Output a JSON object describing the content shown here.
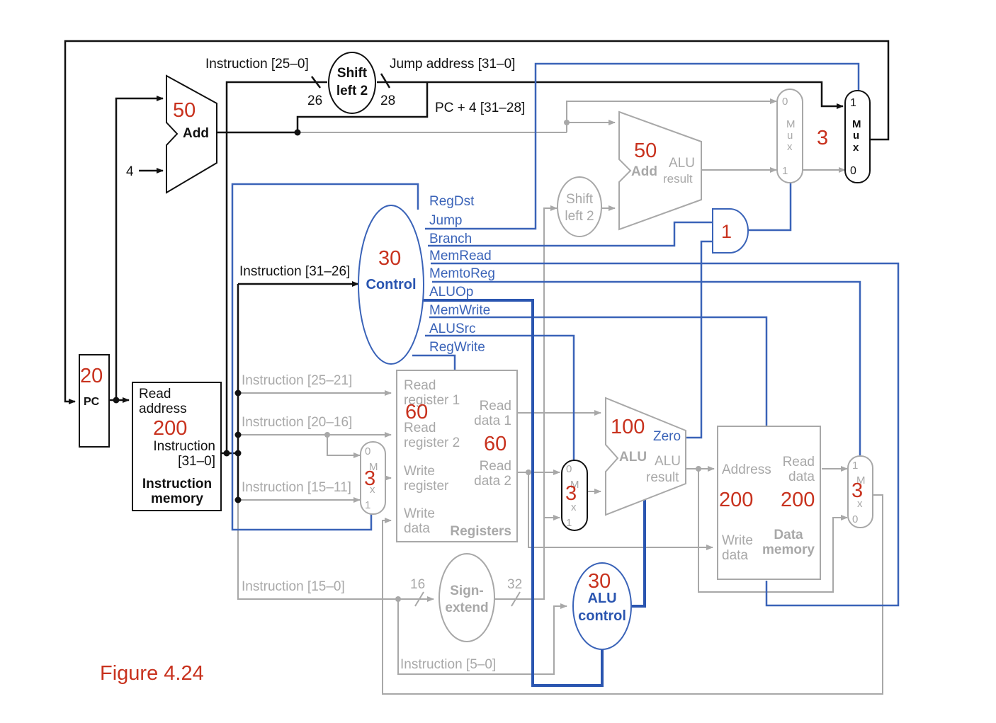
{
  "figure_caption": "Figure 4.24",
  "values": {
    "pc": "20",
    "pc_adder": "50",
    "instruction_memory": "200",
    "control": "30",
    "branch_adder": "50",
    "jump_mux": "3",
    "and_gate": "1",
    "registers_read1": "60",
    "registers_read2": "60",
    "regdst_mux": "3",
    "alusrc_mux": "3",
    "alu": "100",
    "alu_control": "30",
    "data_memory_address": "200",
    "data_memory_read": "200",
    "memtoreg_mux": "3"
  },
  "labels": {
    "pc": "PC",
    "add": "Add",
    "four": "4",
    "shift_left_2_line1": "Shift",
    "shift_left_2_line2": "left 2",
    "instr_25_0": "Instruction [25–0]",
    "jump_address": "Jump address [31–0]",
    "pc_plus_4": "PC + 4 [31–28]",
    "bit_26": "26",
    "bit_28": "28",
    "instr_31_26": "Instruction [31–26]",
    "control": "Control",
    "read_address_line1": "Read",
    "read_address_line2": "address",
    "instruction_line1": "Instruction",
    "instruction_line2": "[31–0]",
    "instruction_memory_line1": "Instruction",
    "instruction_memory_line2": "memory",
    "instr_25_21": "Instruction [25–21]",
    "instr_20_16": "Instruction [20–16]",
    "instr_15_11": "Instruction [15–11]",
    "instr_15_0": "Instruction [15–0]",
    "instr_5_0": "Instruction [5–0]",
    "read_register_1_line1": "Read",
    "read_register_1_line2": "register 1",
    "read_register_2_line1": "Read",
    "read_register_2_line2": "register 2",
    "write_register_line1": "Write",
    "write_register_line2": "register",
    "write_data_line1": "Write",
    "write_data_line2": "data",
    "read_data_1_line1": "Read",
    "read_data_1_line2": "data 1",
    "read_data_2_line1": "Read",
    "read_data_2_line2": "data 2",
    "registers": "Registers",
    "sign_extend_line1": "Sign-",
    "sign_extend_line2": "extend",
    "bit_16": "16",
    "bit_32": "32",
    "alu": "ALU",
    "alu_result_line1": "ALU",
    "alu_result_line2": "result",
    "zero": "Zero",
    "alu_control_line1": "ALU",
    "alu_control_line2": "control",
    "address": "Address",
    "read_data_line1": "Read",
    "read_data_line2": "data",
    "data_memory_line1": "Data",
    "data_memory_line2": "memory",
    "mux_m": "M",
    "mux_u": "u",
    "mux_x": "x",
    "mux_0": "0",
    "mux_1": "1"
  },
  "control_signals": [
    "RegDst",
    "Jump",
    "Branch",
    "MemRead",
    "MemtoReg",
    "ALUOp",
    "MemWrite",
    "ALUSrc",
    "RegWrite"
  ]
}
